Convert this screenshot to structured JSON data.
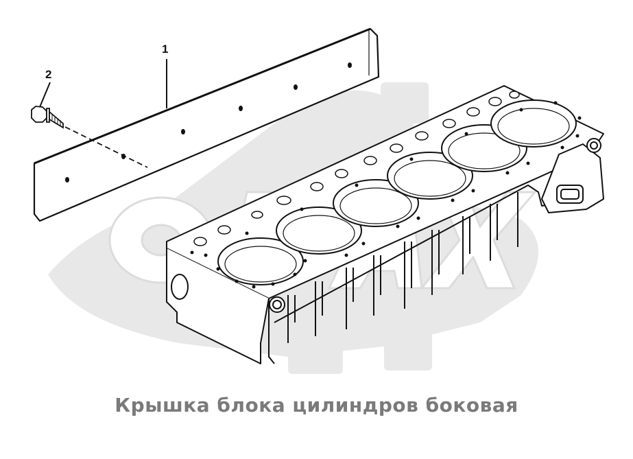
{
  "diagram": {
    "callouts": [
      {
        "id": "1",
        "label": "1"
      },
      {
        "id": "2",
        "label": "2"
      }
    ],
    "title": "Крышка блока цилиндров боковая",
    "watermark_text": "GAZ",
    "colors": {
      "watermark": "#e6e6e6",
      "line": "#111111",
      "title": "#7a7a7a"
    }
  }
}
